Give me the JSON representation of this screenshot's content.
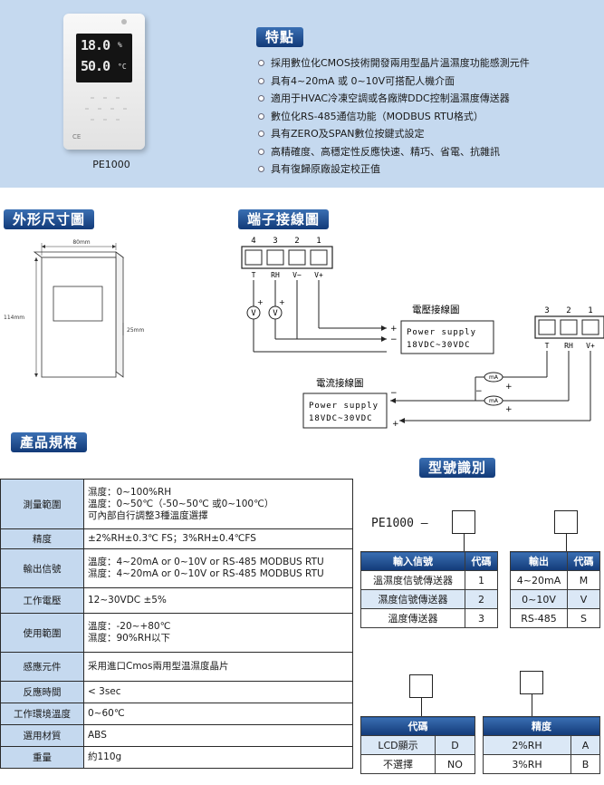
{
  "product": {
    "model": "PE1000"
  },
  "device": {
    "reading_1": "18.0",
    "unit_1": "%",
    "reading_2": "50.0",
    "unit_2": "°C",
    "ce_mark": "CE"
  },
  "features": {
    "title": "特點",
    "items": [
      "採用數位化CMOS技術開發兩用型晶片溫濕度功能感測元件",
      "具有4~20mA 或  0~10V可搭配人機介面",
      "適用于HVAC冷凍空調或各廠牌DDC控制溫濕度傳送器",
      "數位化RS-485通信功能（MODBUS RTU格式）",
      "具有ZERO及SPAN數位按鍵式設定",
      "高精確度、高穩定性反應快速、精巧、省電、抗雜訊",
      "具有復歸原廠設定校正值"
    ]
  },
  "dimensions": {
    "title": "外形尺寸圖",
    "width": "80mm",
    "height": "114mm",
    "depth": "25mm"
  },
  "wiring": {
    "title": "端子接線圖",
    "voltage_diagram_title": "電壓接線圖",
    "current_diagram_title": "電流接線圖",
    "power_supply_line1": "Power supply",
    "power_supply_line2": "18VDC~30VDC",
    "block1_numbers": [
      "4",
      "3",
      "2",
      "1"
    ],
    "block1_labels": [
      "T",
      "RH",
      "V−",
      "V+"
    ],
    "block2_numbers": [
      "3",
      "2",
      "1"
    ],
    "block2_labels": [
      "T",
      "RH",
      "V+"
    ],
    "meter_v": "V",
    "meter_ma": "mA",
    "plus": "+",
    "minus": "−"
  },
  "specs": {
    "title": "產品規格",
    "rows": [
      {
        "label": "測量範圍",
        "lines": [
          "濕度：0~100%RH",
          "溫度：0~50℃（-50~50℃ 或0~100℃）",
          "可內部自行調整3種溫度選擇"
        ]
      },
      {
        "label": "精度",
        "lines": [
          "±2%RH±0.3℃ FS；3%RH±0.4℃FS"
        ]
      },
      {
        "label": "輸出信號",
        "lines": [
          "溫度：4~20mA or 0~10V or RS-485 MODBUS RTU",
          "濕度：4~20mA or 0~10V or RS-485 MODBUS RTU"
        ]
      },
      {
        "label": "工作電壓",
        "lines": [
          "12~30VDC ±5%"
        ]
      },
      {
        "label": "使用範圍",
        "lines": [
          "溫度：-20~+80℃",
          "濕度：90%RH以下"
        ]
      },
      {
        "label": "感應元件",
        "lines": [
          "采用進口Cmos兩用型温濕度晶片"
        ]
      },
      {
        "label": "反應時間",
        "lines": [
          "< 3sec"
        ]
      },
      {
        "label": "工作環境溫度",
        "lines": [
          "0~60℃"
        ]
      },
      {
        "label": "選用材質",
        "lines": [
          "ABS"
        ]
      },
      {
        "label": "重量",
        "lines": [
          "約110g"
        ]
      }
    ]
  },
  "model_id": {
    "title": "型號識別",
    "prefix": "PE1000 —",
    "input_table": {
      "headers": [
        "輸入信號",
        "代碼"
      ],
      "rows": [
        [
          "溫濕度信號傳送器",
          "1"
        ],
        [
          "濕度信號傳送器",
          "2"
        ],
        [
          "溫度傳送器",
          "3"
        ]
      ]
    },
    "output_table": {
      "headers": [
        "輸出",
        "代碼"
      ],
      "rows": [
        [
          "4~20mA",
          "M"
        ],
        [
          "0~10V",
          "V"
        ],
        [
          "RS-485",
          "S"
        ]
      ]
    },
    "display_table": {
      "header": "代碼",
      "rows": [
        [
          "LCD顯示",
          "D"
        ],
        [
          "不選擇",
          "NO"
        ]
      ]
    },
    "accuracy_table": {
      "header": "精度",
      "rows": [
        [
          "2%RH",
          "A"
        ],
        [
          "3%RH",
          "B"
        ]
      ]
    }
  }
}
